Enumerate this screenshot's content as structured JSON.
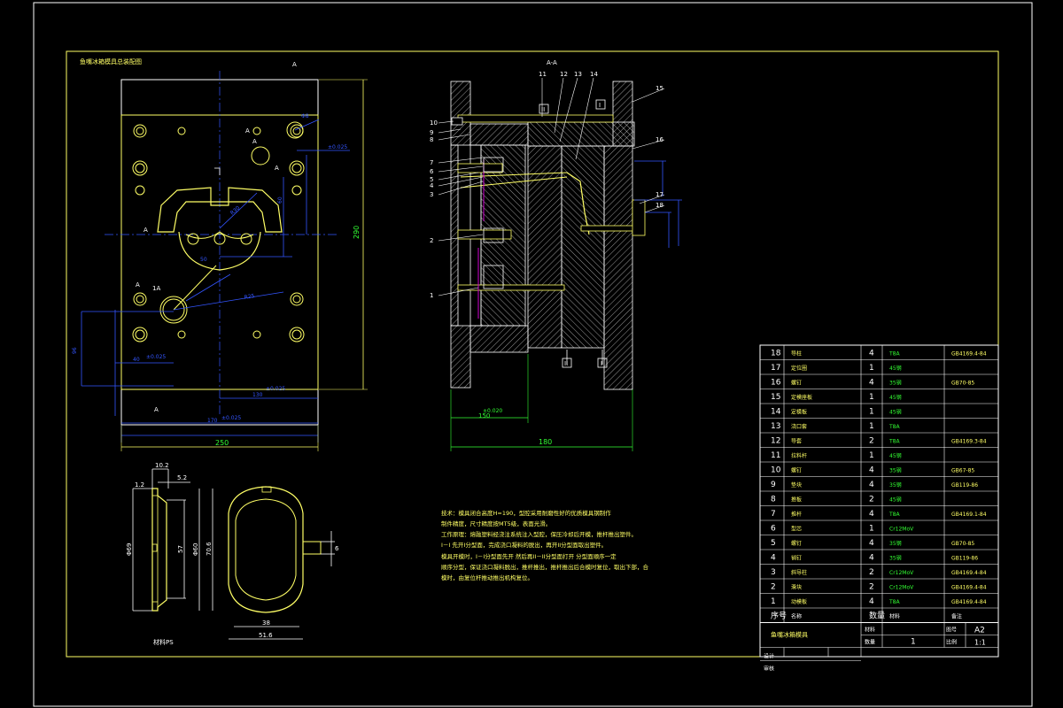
{
  "colors": {
    "background": "#000000",
    "frame": "#ffffff",
    "border_yellow": "#ffff66",
    "dimension_blue": "#3355ff",
    "green": "#33ff33",
    "cyan": "#44ffff",
    "magenta": "#cc00cc",
    "red": "#ff2222"
  },
  "front_view": {
    "title": "鱼嘴冰箱模具总装配图",
    "section_A_top": "A",
    "section_A_bottom": "A",
    "label_A1": "A",
    "label_A2": "A",
    "label_A_side": "A",
    "label_A_left": "A",
    "label_A_lower": "A",
    "label_1A": "1A",
    "dim_width_250": "250",
    "dim_height_290": "290",
    "dim_mid_130": "130",
    "dim_170": "170",
    "dim_tol_1": "±0.025",
    "dim_tol_2": "±0.025",
    "dim_tol_3": "±0.025",
    "dim_tol_4": "±0.025",
    "dim_d8": "Φ8",
    "dim_96": "96",
    "dim_40": "40",
    "dim_60": "60",
    "dim_r30": "R30",
    "dim_r25": "R25",
    "dim_50": "50"
  },
  "section_view": {
    "title": "A-A",
    "dim_150": "150",
    "dim_tol": "±0.020",
    "dim_180": "180",
    "mark_I": "I",
    "mark_II": "II",
    "mark_I_bottom": "I",
    "mark_II_bottom": "II",
    "callouts": [
      "1",
      "2",
      "3",
      "4",
      "5",
      "6",
      "7",
      "8",
      "9",
      "10",
      "11",
      "12",
      "13",
      "14",
      "15",
      "16",
      "17",
      "18"
    ]
  },
  "part_views": {
    "dim_10_2": "10.2",
    "dim_5_2": "5.2",
    "dim_1_2": "1.2",
    "dim_d69": "Φ69",
    "dim_57": "57",
    "dim_d60": "Φ60",
    "dim_70_6": "70.6",
    "dim_38": "38",
    "dim_51_6": "51.6",
    "dim_6": "6",
    "material": "材料PS"
  },
  "notes": {
    "line1": "技术：模具闭合高度H=190，型腔采用耐磨性好的优质模具钢制作",
    "line2": "制件精度，尺寸精度按MT5级，表面光滑。",
    "line3": "工作原理：熔融塑料经浇注系统注入型腔，保压冷却后开模，推杆推出塑件。",
    "line4": "I－I  先开I分型面，完成浇口凝料的脱出，再开II分型面取出塑件。",
    "line5": "模具开模时，I－I分型面先开 然后再II－II分型面打开 分型面顺序一定",
    "line6": "顺序分型，保证浇口凝料脱出，推杆推出，推杆推出后合模时复位，取出下部，合",
    "line7": "模时，由复位杆推动推出机构复位。"
  },
  "bom": {
    "rows": [
      {
        "no": "18",
        "name": "导柱",
        "qty": "4",
        "mat": "T8A",
        "std": "GB4169.4-84"
      },
      {
        "no": "17",
        "name": "定位圈",
        "qty": "1",
        "mat": "45钢",
        "std": ""
      },
      {
        "no": "16",
        "name": "螺钉",
        "qty": "4",
        "mat": "35钢",
        "std": "GB70-85"
      },
      {
        "no": "15",
        "name": "定模座板",
        "qty": "1",
        "mat": "45钢",
        "std": ""
      },
      {
        "no": "14",
        "name": "定模板",
        "qty": "1",
        "mat": "45钢",
        "std": ""
      },
      {
        "no": "13",
        "name": "浇口套",
        "qty": "1",
        "mat": "T8A",
        "std": ""
      },
      {
        "no": "12",
        "name": "导套",
        "qty": "2",
        "mat": "T8A",
        "std": "GB4169.3-84"
      },
      {
        "no": "11",
        "name": "拉料杆",
        "qty": "1",
        "mat": "45钢",
        "std": ""
      },
      {
        "no": "10",
        "name": "螺钉",
        "qty": "4",
        "mat": "35钢",
        "std": "GB67-85"
      },
      {
        "no": "9",
        "name": "垫块",
        "qty": "4",
        "mat": "35钢",
        "std": "GB119-86"
      },
      {
        "no": "8",
        "name": "推板",
        "qty": "2",
        "mat": "45钢",
        "std": ""
      },
      {
        "no": "7",
        "name": "推杆",
        "qty": "4",
        "mat": "T8A",
        "std": "GB4169.1-84"
      },
      {
        "no": "6",
        "name": "型芯",
        "qty": "1",
        "mat": "Cr12MoV",
        "std": ""
      },
      {
        "no": "5",
        "name": "螺钉",
        "qty": "4",
        "mat": "35钢",
        "std": "GB70-85"
      },
      {
        "no": "4",
        "name": "销钉",
        "qty": "4",
        "mat": "35钢",
        "std": "GB119-86"
      },
      {
        "no": "3",
        "name": "斜导柱",
        "qty": "2",
        "mat": "Cr12MoV",
        "std": "GB4169.4-84"
      },
      {
        "no": "2",
        "name": "滑块",
        "qty": "2",
        "mat": "Cr12MoV",
        "std": "GB4169.4-84"
      },
      {
        "no": "1",
        "name": "动模板",
        "qty": "4",
        "mat": "T8A",
        "std": "GB4169.4-84"
      }
    ],
    "header": {
      "no": "序号",
      "name": "名称",
      "qty": "数量",
      "mat": "材料",
      "std": "备注"
    },
    "title": "鱼嘴冰箱模具",
    "label_scale_material": "材料",
    "label_count": "数量",
    "count_value": "1",
    "label_drawing_no": "图号",
    "drawing_no": "A2",
    "label_scale": "比例",
    "scale_value": "1:1",
    "label_design": "设计",
    "label_review": "审核"
  }
}
